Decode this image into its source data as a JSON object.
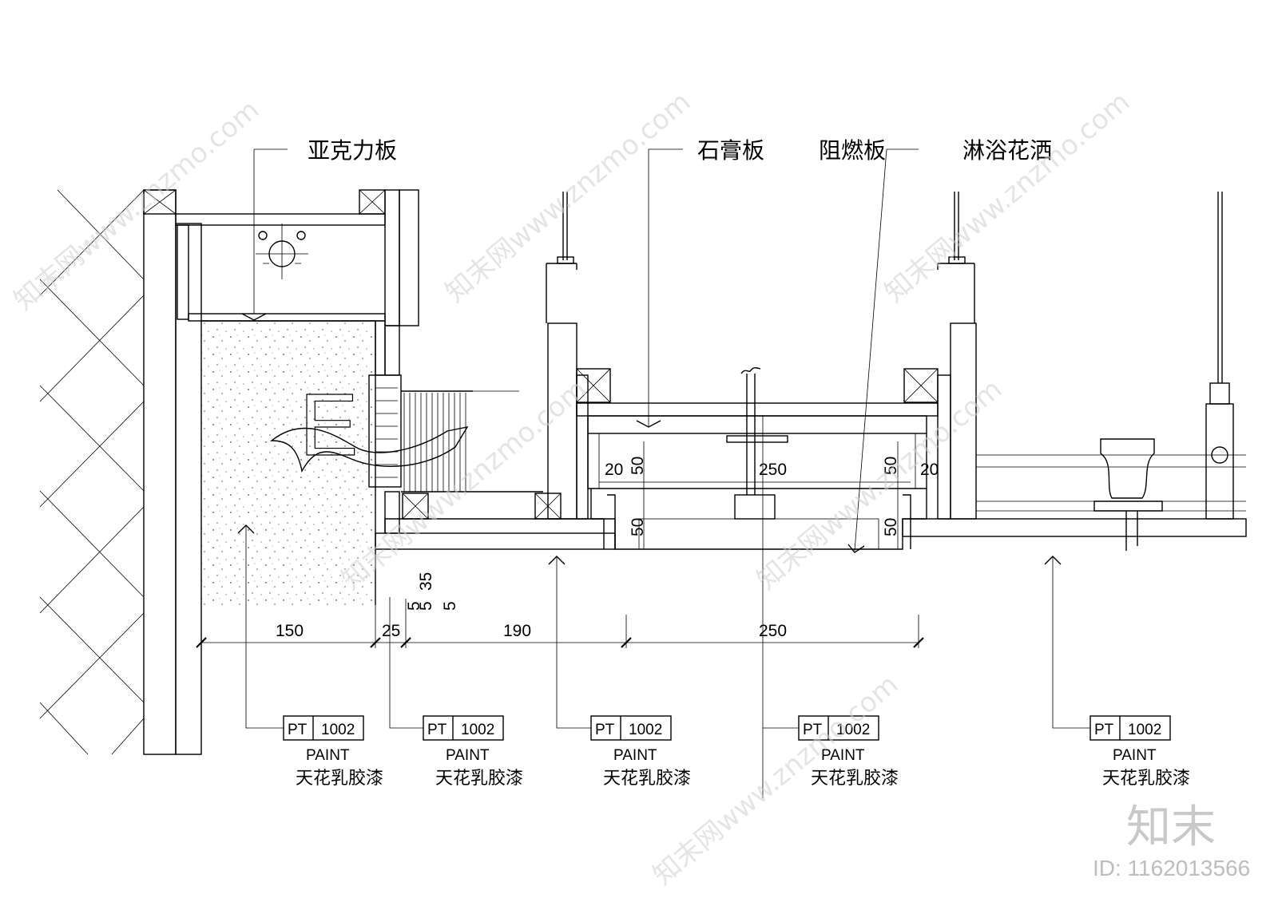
{
  "labels": {
    "acrylic": "亚克力板",
    "gypsum": "石膏板",
    "fireproof": "阻燃板",
    "shower": "淋浴花洒"
  },
  "dimensions": {
    "d150": "150",
    "d25": "25",
    "d190": "190",
    "d250_bottom": "250",
    "d250_inner": "250",
    "d20_left": "20",
    "d50_left_top": "50",
    "d50_right_top": "50",
    "d20_right": "20",
    "d50_left_low": "50",
    "d50_right_low": "50",
    "d35": "35",
    "d5a": "5",
    "d5b": "5",
    "d5c": "5"
  },
  "finish_tags": [
    {
      "code": "PT",
      "number": "1002",
      "type": "PAINT",
      "material": "天花乳胶漆"
    },
    {
      "code": "PT",
      "number": "1002",
      "type": "PAINT",
      "material": "天花乳胶漆"
    },
    {
      "code": "PT",
      "number": "1002",
      "type": "PAINT",
      "material": "天花乳胶漆"
    },
    {
      "code": "PT",
      "number": "1002",
      "type": "PAINT",
      "material": "天花乳胶漆"
    },
    {
      "code": "PT",
      "number": "1002",
      "type": "PAINT",
      "material": "天花乳胶漆"
    }
  ],
  "watermark": {
    "brand": "知末",
    "id": "ID: 1162013566",
    "site": "知末网www.znzmo.com"
  }
}
